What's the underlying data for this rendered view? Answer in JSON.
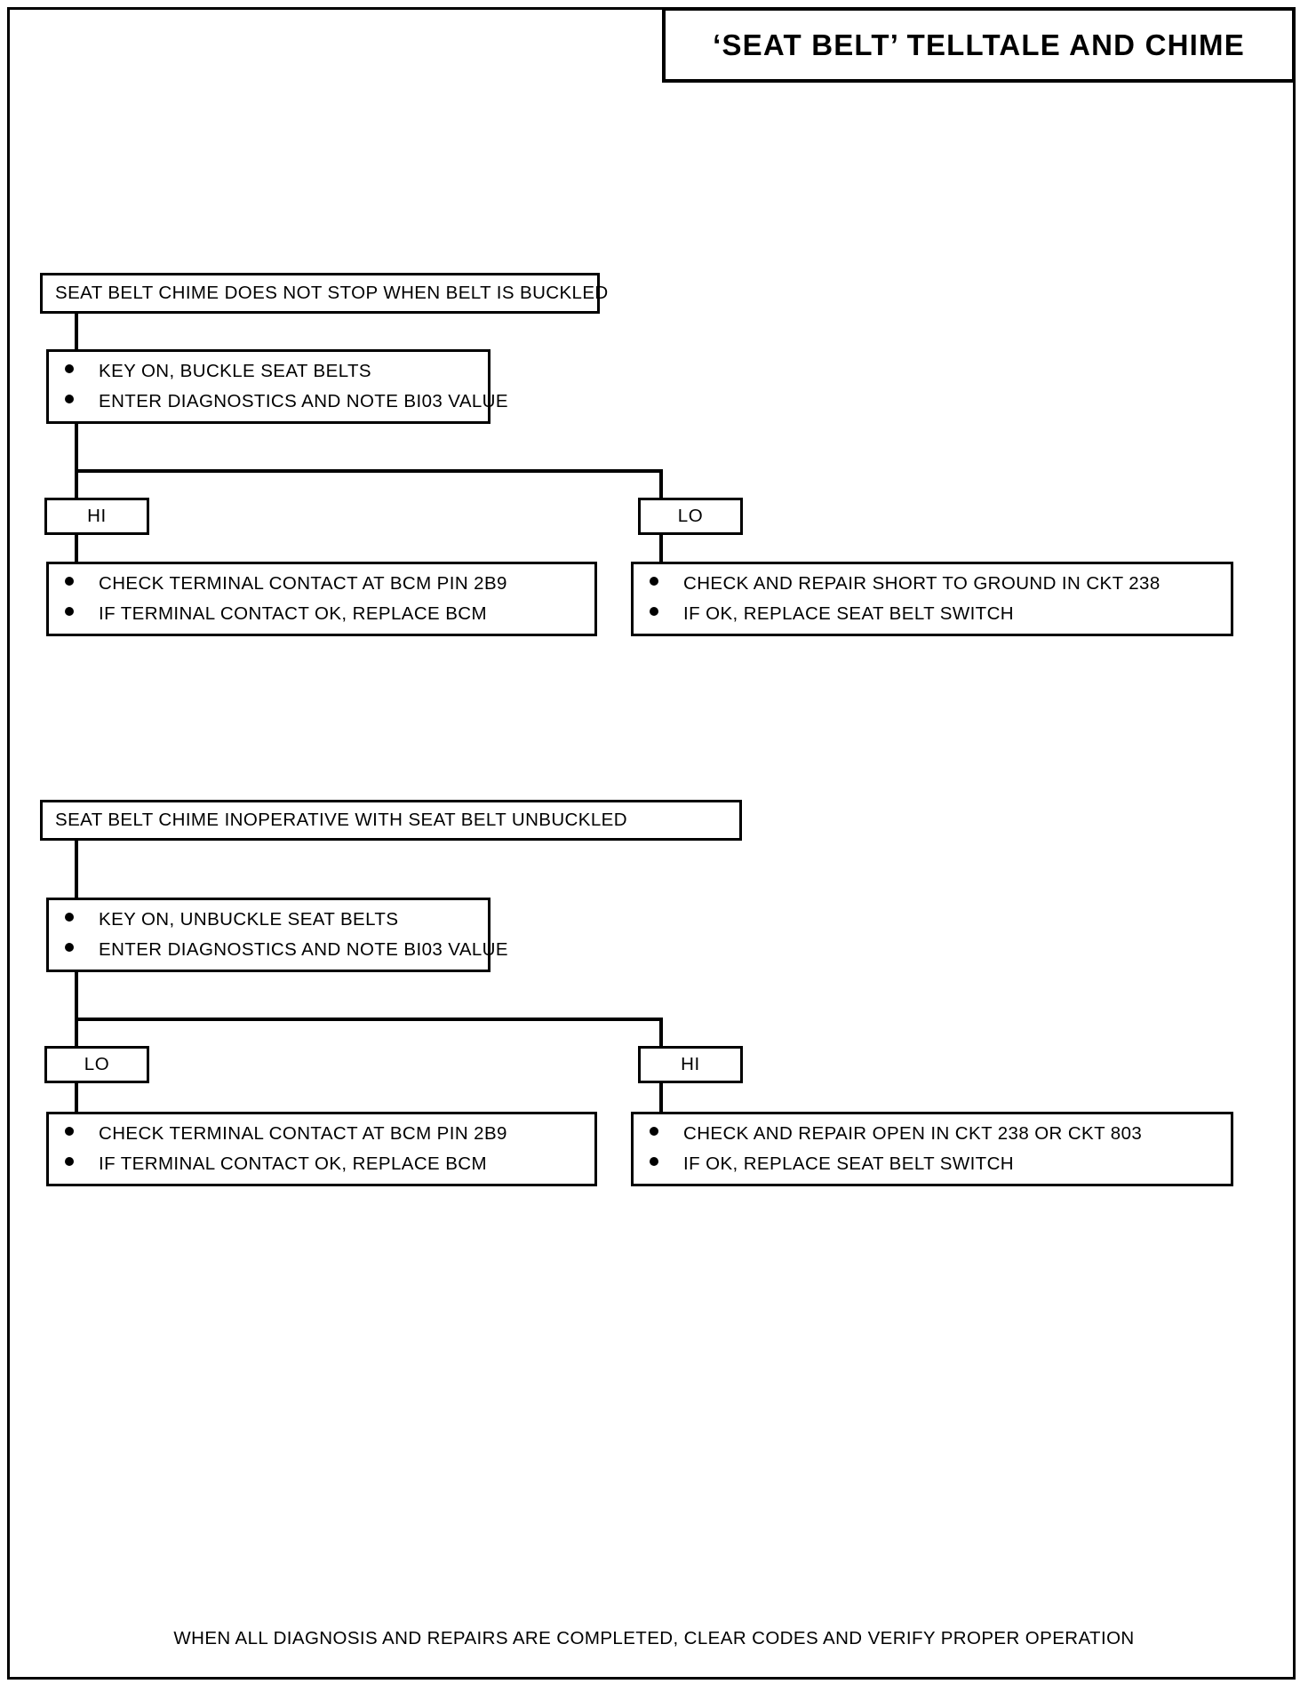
{
  "document": {
    "title": "‘SEAT BELT’ TELLTALE AND CHIME",
    "footer_note": "WHEN ALL DIAGNOSIS AND REPAIRS ARE COMPLETED, CLEAR CODES AND VERIFY PROPER OPERATION"
  },
  "flow1": {
    "problem": "SEAT BELT CHIME DOES NOT STOP WHEN BELT IS BUCKLED",
    "action": {
      "bullets": [
        "KEY ON, BUCKLE SEAT BELTS",
        "ENTER DIAGNOSTICS AND NOTE BI03 VALUE"
      ]
    },
    "branch_left_label": "HI",
    "branch_right_label": "LO",
    "result_left": {
      "bullets": [
        "CHECK TERMINAL CONTACT AT BCM PIN 2B9",
        "IF TERMINAL CONTACT OK, REPLACE BCM"
      ]
    },
    "result_right": {
      "bullets": [
        "CHECK AND REPAIR SHORT TO GROUND IN CKT 238",
        "IF OK, REPLACE SEAT BELT SWITCH"
      ]
    }
  },
  "flow2": {
    "problem": "SEAT BELT CHIME INOPERATIVE WITH SEAT BELT UNBUCKLED",
    "action": {
      "bullets": [
        "KEY ON, UNBUCKLE SEAT BELTS",
        "ENTER DIAGNOSTICS AND NOTE BI03 VALUE"
      ]
    },
    "branch_left_label": "LO",
    "branch_right_label": "HI",
    "result_left": {
      "bullets": [
        "CHECK TERMINAL CONTACT AT BCM PIN 2B9",
        "IF TERMINAL CONTACT OK, REPLACE BCM"
      ]
    },
    "result_right": {
      "bullets": [
        "CHECK AND REPAIR OPEN IN CKT 238 OR CKT 803",
        "IF OK, REPLACE SEAT BELT SWITCH"
      ]
    }
  },
  "colors": {
    "ink": "#000000",
    "paper": "#ffffff"
  }
}
